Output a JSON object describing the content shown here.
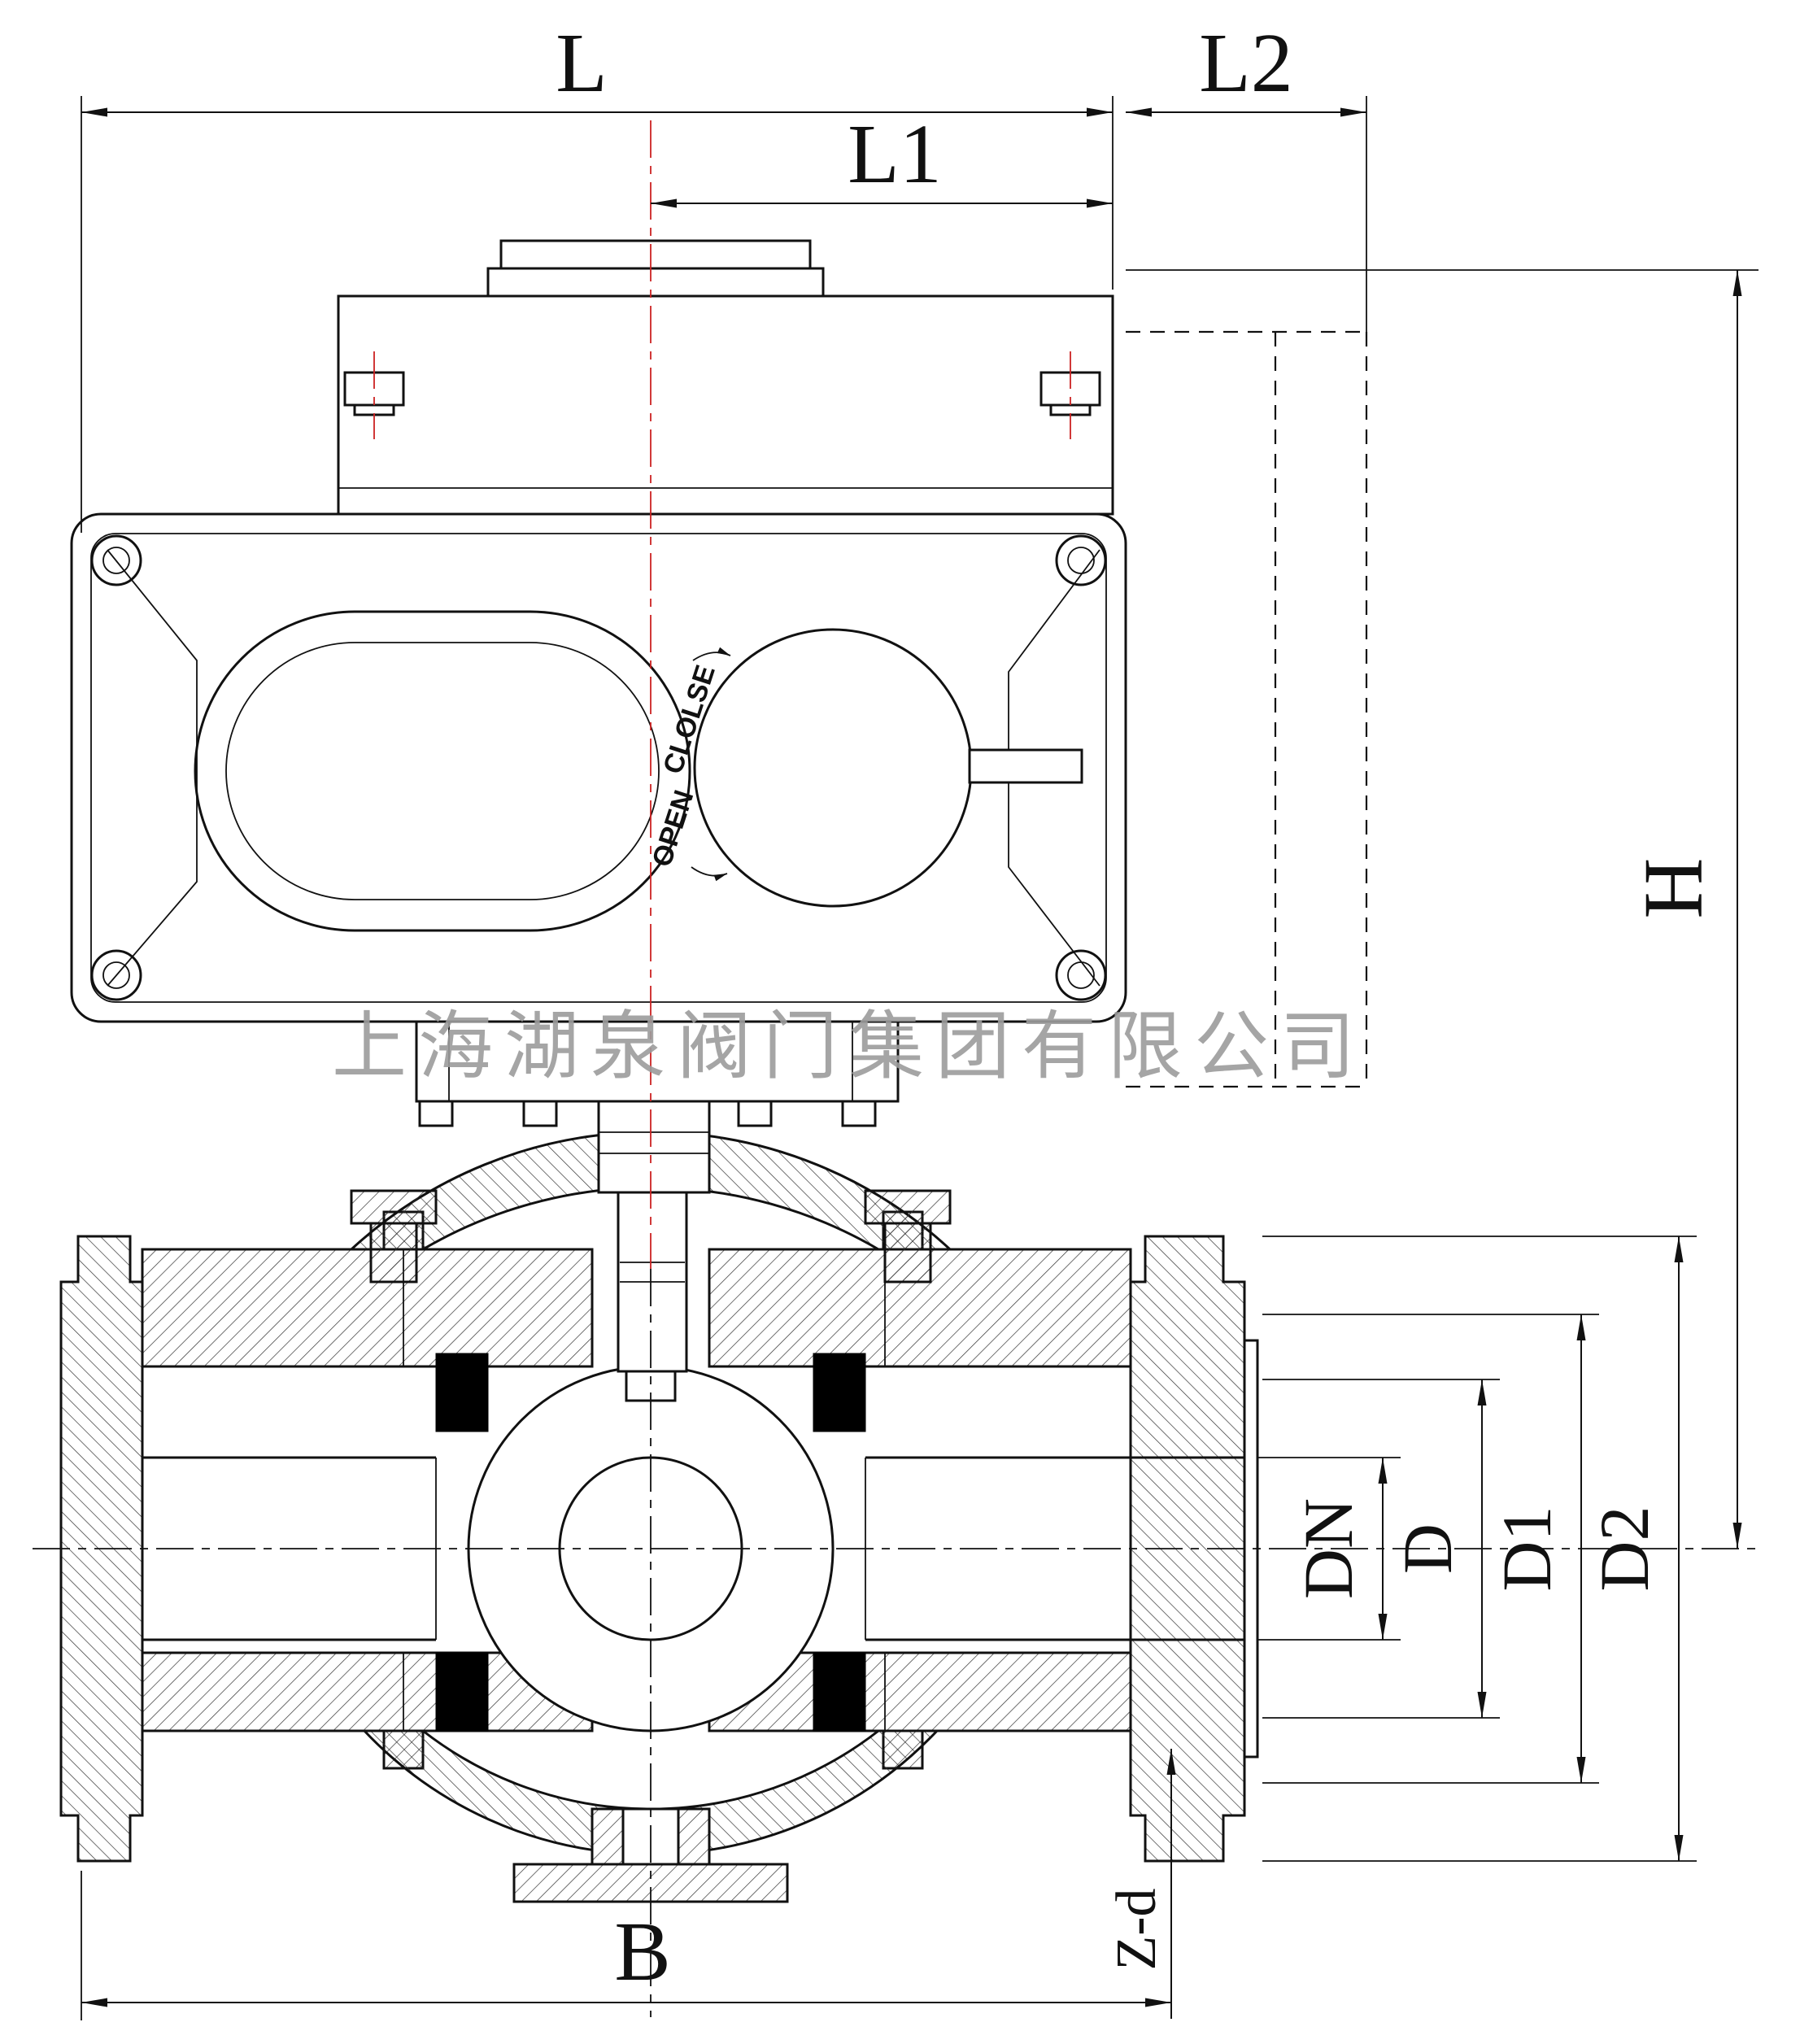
{
  "drawing": {
    "watermark": "上海湖泉阀门集团有限公司",
    "actuator": {
      "close_label": "CLOLSE",
      "open_label": "OPEN"
    },
    "dims": {
      "L": "L",
      "L1": "L1",
      "L2": "L2",
      "H": "H",
      "B": "B",
      "DN": "DN",
      "D": "D",
      "D1": "D1",
      "D2": "D2",
      "Zd": "Z-d"
    },
    "colors": {
      "line": "#111111",
      "centerline_red": "#cc2222",
      "watermark_gray": "#9c9c9c",
      "seat_seal": "#000000",
      "background": "#ffffff"
    }
  }
}
